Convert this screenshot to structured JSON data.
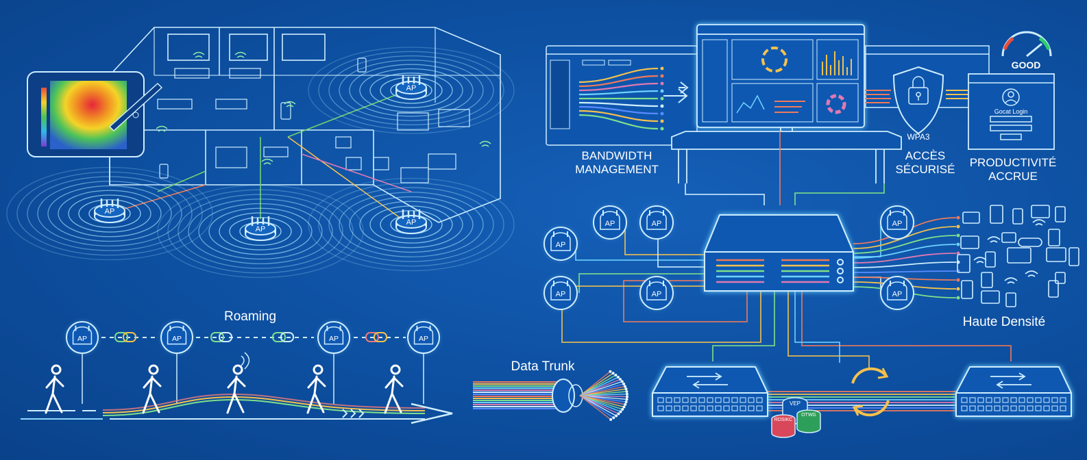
{
  "labels": {
    "ap": "AP",
    "roaming": "Roaming",
    "data_trunk": "Data Trunk",
    "bandwidth_line1": "BANDWIDTH",
    "bandwidth_line2": "MANAGEMENT",
    "acces_line1": "ACCÈS",
    "acces_line2": "SÉCURISÉ",
    "productivite_line1": "PRODUCTIVITÉ",
    "productivite_line2": "ACCRUE",
    "haute_densite": "Haute Densité",
    "wpa3": "WPA3",
    "gauge_status": "GOOD",
    "login_title": "Gocat Login",
    "db_top": "VEP",
    "db_left": "RDSIKC",
    "db_right": "OTWG"
  },
  "colors": {
    "background": "#0d4fa0",
    "line": "#bfe8ff",
    "glow": "#6fd3ff",
    "gauge_good": "#2ecc71",
    "gauge_bad": "#e74c3c"
  },
  "icons": [
    "tablet-heatmap-icon",
    "access-point-icon",
    "walking-person-icon",
    "chain-link-icon",
    "shield-lock-icon",
    "speed-gauge-icon",
    "user-login-icon",
    "network-switch-icon",
    "sync-arrows-icon",
    "database-icon",
    "fiber-cable-icon",
    "router-server-icon"
  ]
}
